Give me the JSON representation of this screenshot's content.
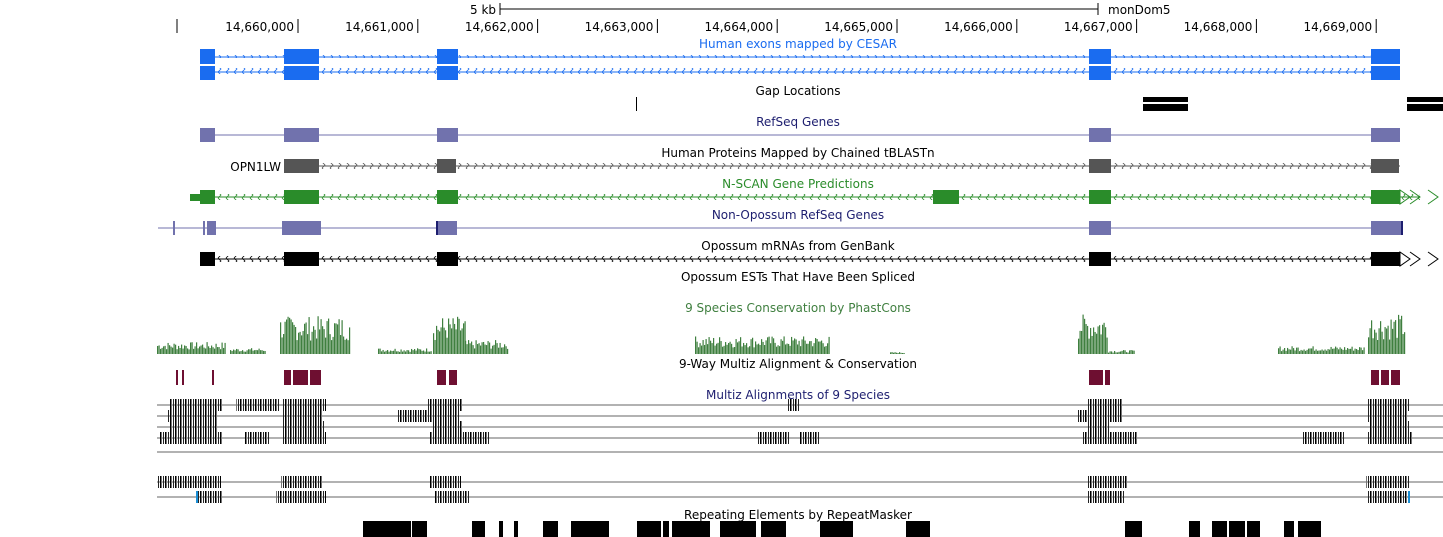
{
  "scale_bar": {
    "label": "5 kb",
    "assembly": "monDom5"
  },
  "ruler": {
    "ticks": [
      "14,660,000",
      "14,661,000",
      "14,662,000",
      "14,663,000",
      "14,664,000",
      "14,665,000",
      "14,666,000",
      "14,667,000",
      "14,668,000",
      "14,669,000"
    ]
  },
  "tracks": {
    "cesar": {
      "title": "Human exons mapped by CESAR",
      "color": "#1a6cf0"
    },
    "gap": {
      "title": "Gap Locations",
      "color": "#000000"
    },
    "refseq": {
      "title": "RefSeq Genes",
      "color": "#1d1e6f",
      "feature_color": "#7172ad"
    },
    "tblastn": {
      "title": "Human Proteins Mapped by Chained tBLASTn",
      "gene_label": "OPN1LW",
      "color": "#555555"
    },
    "nscan": {
      "title": "N-SCAN Gene Predictions",
      "color": "#2a8c2a"
    },
    "nonopossum_refseq": {
      "title": "Non-Opossum RefSeq Genes",
      "color": "#1d1e6f",
      "feature_color": "#7172ad"
    },
    "mrna": {
      "title": "Opossum mRNAs from GenBank",
      "color": "#000000"
    },
    "est": {
      "title": "Opossum ESTs That Have Been Spliced",
      "color": "#000000"
    },
    "phastcons": {
      "title": "9 Species Conservation by PhastCons",
      "color": "#3f7f3f"
    },
    "multiz": {
      "title": "9-Way Multiz Alignment & Conservation",
      "color": "#000000",
      "feature_color": "#6e0f31"
    },
    "multiz_alignments": {
      "title": "Multiz Alignments of 9 Species",
      "color": "#1d1e6f"
    },
    "repeatmasker": {
      "title": "Repeating Elements by RepeatMasker",
      "color": "#000000"
    }
  }
}
